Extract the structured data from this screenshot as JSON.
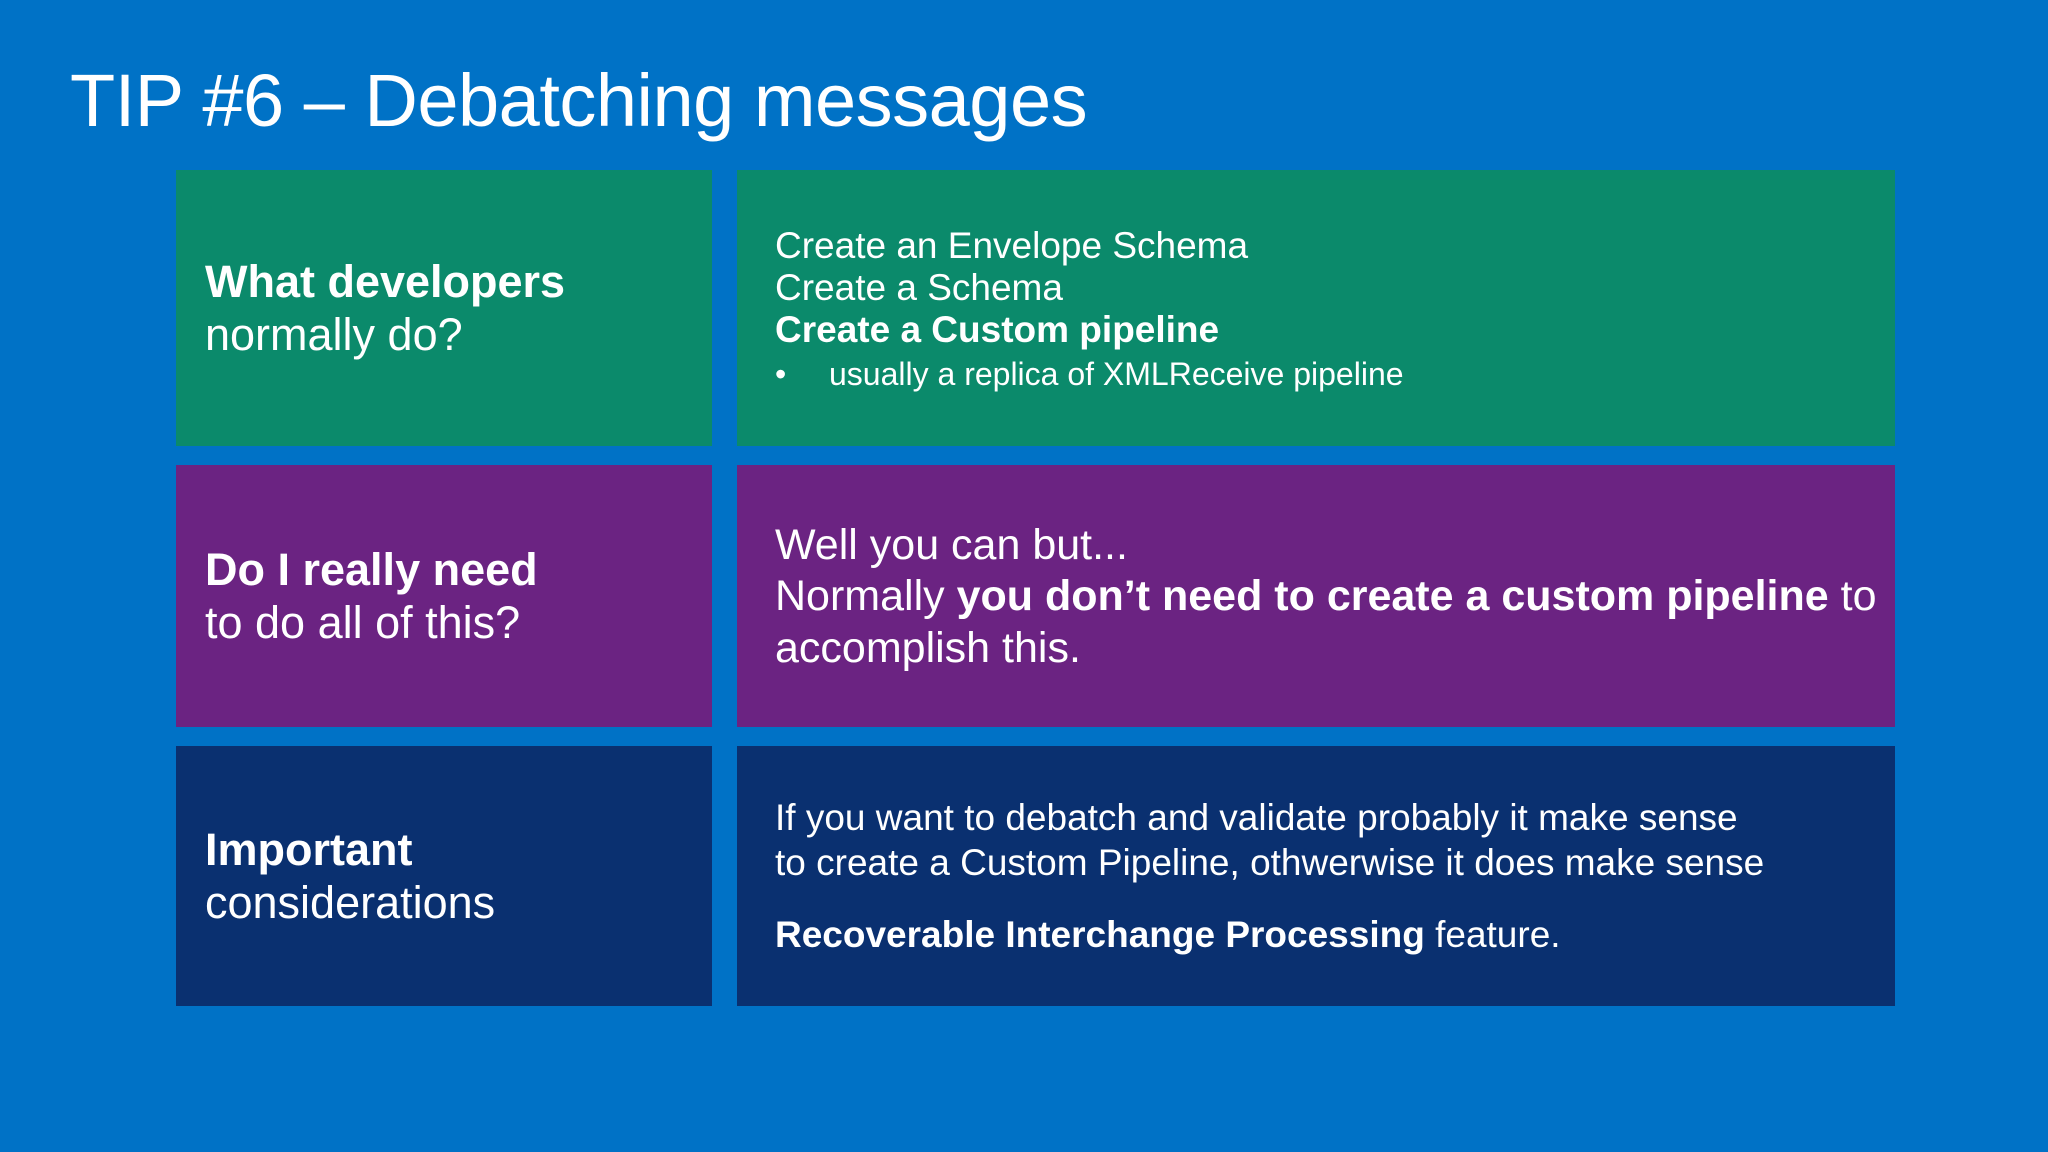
{
  "slide": {
    "title": "TIP #6 – Debatching messages",
    "background_color": "#0072C6"
  },
  "rows": [
    {
      "key": "what-developers-normally-do",
      "color": "#0B8A6B",
      "label_strong": "What developers",
      "label_light": "normally do?",
      "content": {
        "line1": "Create an Envelope Schema",
        "line2": "Create a Schema",
        "line3_bold": "Create a Custom pipeline",
        "bullet_marker": "•",
        "bullet1": "usually a replica of XMLReceive pipeline"
      }
    },
    {
      "key": "do-i-really-need-to-do-all-of-this",
      "color": "#6B2382",
      "label_strong": "Do I really need",
      "label_light": "to do all of this?",
      "content": {
        "line1": "Well you can but...",
        "line2_prefix": "Normally ",
        "line2_bold": "you don’t need to create a custom pipeline",
        "line2_suffix": " to accomplish this."
      }
    },
    {
      "key": "important-considerations",
      "color": "#0A3070",
      "label_strong": "Important",
      "label_light": "considerations",
      "content": {
        "line1": "If you want to debatch and validate probably it make sense",
        "line2": "to create a Custom Pipeline, othwerwise it does make sense",
        "line3_bold": "Recoverable Interchange Processing",
        "line3_suffix": " feature."
      }
    }
  ]
}
